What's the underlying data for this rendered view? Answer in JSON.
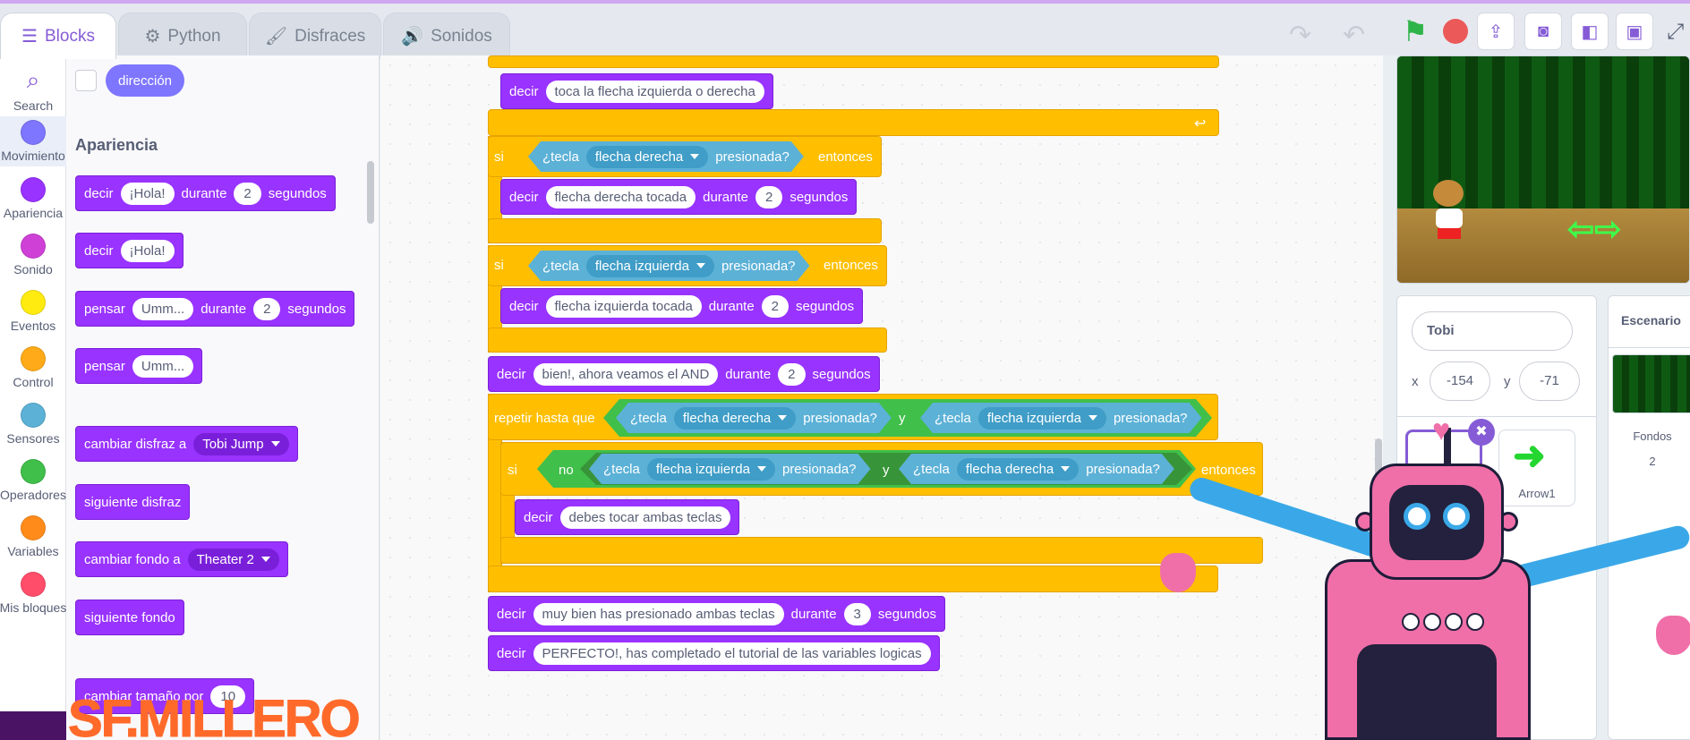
{
  "tabs": [
    {
      "label": "Blocks",
      "icon": "blocks-icon"
    },
    {
      "label": "Python",
      "icon": "python-icon"
    },
    {
      "label": "Disfraces",
      "icon": "brush-icon"
    },
    {
      "label": "Sonidos",
      "icon": "speaker-icon"
    }
  ],
  "categories": [
    {
      "label": "Search",
      "color": "#855cd6"
    },
    {
      "label": "Movimiento",
      "color": "#7e76ff"
    },
    {
      "label": "Apariencia",
      "color": "#9933ff"
    },
    {
      "label": "Sonido",
      "color": "#cf41d6"
    },
    {
      "label": "Eventos",
      "color": "#ffeb0f"
    },
    {
      "label": "Control",
      "color": "#ffab19"
    },
    {
      "label": "Sensores",
      "color": "#5cb1d6"
    },
    {
      "label": "Operadores",
      "color": "#40bf4a"
    },
    {
      "label": "Variables",
      "color": "#ff8c1a"
    },
    {
      "label": "Mis bloques",
      "color": "#ff4d6a"
    }
  ],
  "palette": {
    "motion_reporter": "dirección",
    "heading": "Apariencia",
    "b1": {
      "decir": "decir",
      "val": "¡Hola!",
      "durante": "durante",
      "num": "2",
      "segundos": "segundos"
    },
    "b2": {
      "decir": "decir",
      "val": "¡Hola!"
    },
    "b3": {
      "pensar": "pensar",
      "val": "Umm...",
      "durante": "durante",
      "num": "2",
      "segundos": "segundos"
    },
    "b4": {
      "pensar": "pensar",
      "val": "Umm..."
    },
    "b5": {
      "label": "cambiar disfraz a",
      "val": "Tobi Jump"
    },
    "b6": {
      "label": "siguiente disfraz"
    },
    "b7": {
      "label": "cambiar fondo a",
      "val": "Theater 2"
    },
    "b8": {
      "label": "siguiente fondo"
    },
    "b9": {
      "label": "cambiar tamaño por",
      "num": "10"
    }
  },
  "script": {
    "decir": "decir",
    "durante": "durante",
    "segundos": "segundos",
    "si": "si",
    "entonces": "entonces",
    "tecla": "¿tecla",
    "presionada": "presionada?",
    "y": "y",
    "no": "no",
    "repetir": "repetir hasta que",
    "s1_text": "toca la flecha izquierda o derecha",
    "key_right": "flecha derecha",
    "key_left": "flecha izquierda",
    "s2_text": "flecha derecha tocada",
    "s2_num": "2",
    "s3_text": "flecha izquierda tocada",
    "s3_num": "2",
    "s4_text": "bien!, ahora veamos el AND",
    "s4_num": "2",
    "s5_text": "debes tocar ambas teclas",
    "s6_text": "muy bien has presionado ambas teclas",
    "s6_num": "3",
    "s7_text": "PERFECTO!, has completado el tutorial de las variables logicas"
  },
  "sprite": {
    "name": "Tobi",
    "x_label": "x",
    "x": "-154",
    "y_label": "y",
    "y": "-71",
    "other_sprite": "Arrow1"
  },
  "stage_panel": {
    "title": "Escenario",
    "backdrops_label": "Fondos",
    "backdrops_count": "2"
  },
  "overlay": {
    "logo": "SF.MILLERO"
  }
}
